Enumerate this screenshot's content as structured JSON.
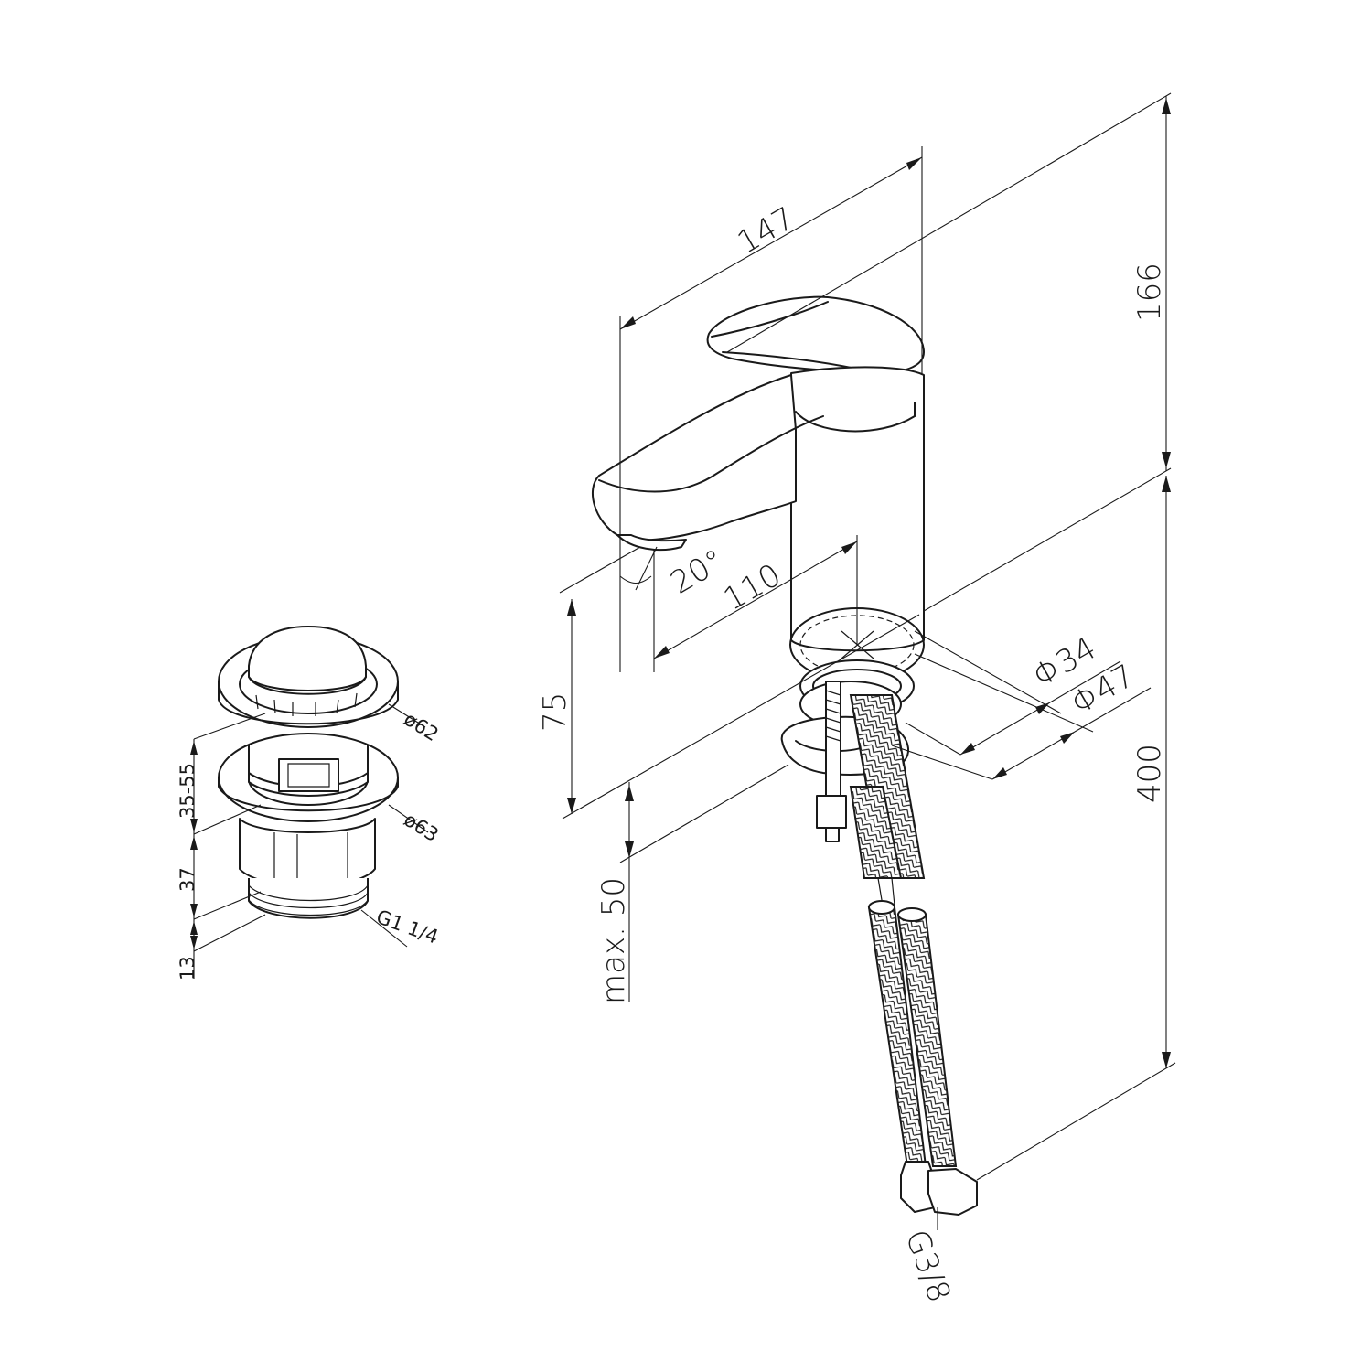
{
  "faucet": {
    "spout_reach": "147",
    "height_top": "166",
    "spout_angle": "20°",
    "spout_to_axis": "110",
    "spout_height": "75",
    "inner_diameter": "Φ34",
    "base_diameter": "Φ47",
    "hose_length": "400",
    "max_thickness": "max. 50",
    "hose_thread": "G3/8"
  },
  "drain": {
    "cap_diameter": "ø62",
    "flange_diameter": "ø63",
    "range": "35-55",
    "body_height": "37",
    "thread_height": "13",
    "thread": "G1 1/4"
  }
}
